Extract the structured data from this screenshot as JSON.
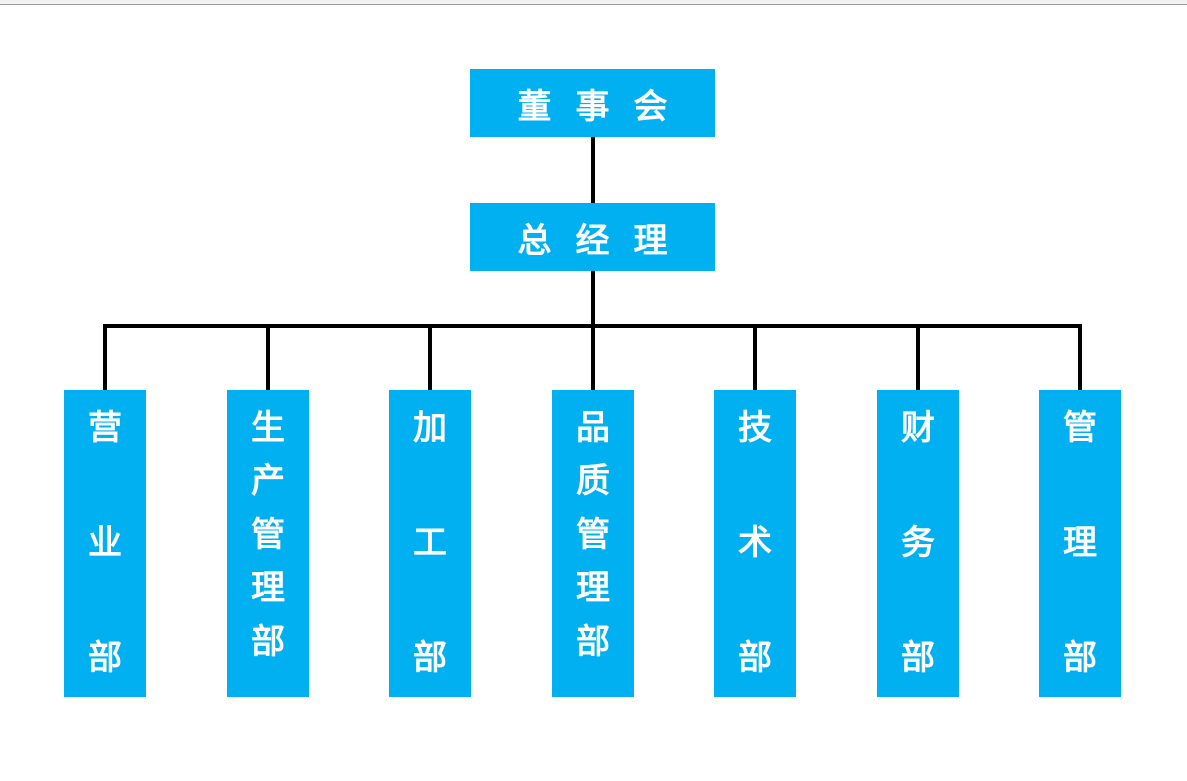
{
  "colors": {
    "box_fill": "#00B0F0",
    "box_text": "#FFFFFF",
    "connector": "#000000"
  },
  "board": {
    "label": "董事会"
  },
  "general_manager": {
    "label": "总经理"
  },
  "departments": [
    {
      "label": "营业部"
    },
    {
      "label": "生产管理部"
    },
    {
      "label": "加工部"
    },
    {
      "label": "品质管理部"
    },
    {
      "label": "技术部"
    },
    {
      "label": "财务部"
    },
    {
      "label": "管理部"
    }
  ]
}
